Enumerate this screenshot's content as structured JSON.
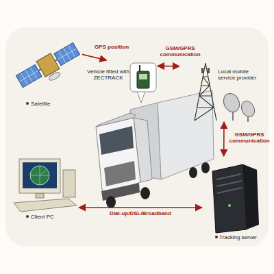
{
  "diagram": {
    "nodes": [
      {
        "text": [
          "Satellite"
        ]
      },
      {
        "text": [
          "Vehicle fitted with ZECTRACK"
        ]
      },
      {
        "text": [
          "Local mobile service provider"
        ]
      },
      {
        "text": [
          "Client PC"
        ]
      },
      {
        "text": [
          "Tracking server"
        ]
      }
    ],
    "edges": [
      {
        "from": 0,
        "to": 1,
        "label": "GPS position",
        "arrow": "to"
      },
      {
        "from": 1,
        "to": 2,
        "label": "GSM/GPRS communication",
        "arrow": "both"
      },
      {
        "from": 2,
        "to": 4,
        "label": "GSM/GPRS communication",
        "arrow": "both"
      },
      {
        "from": 3,
        "to": 4,
        "label": "Dial-up/DSL/Broadband",
        "arrow": "both"
      }
    ]
  }
}
